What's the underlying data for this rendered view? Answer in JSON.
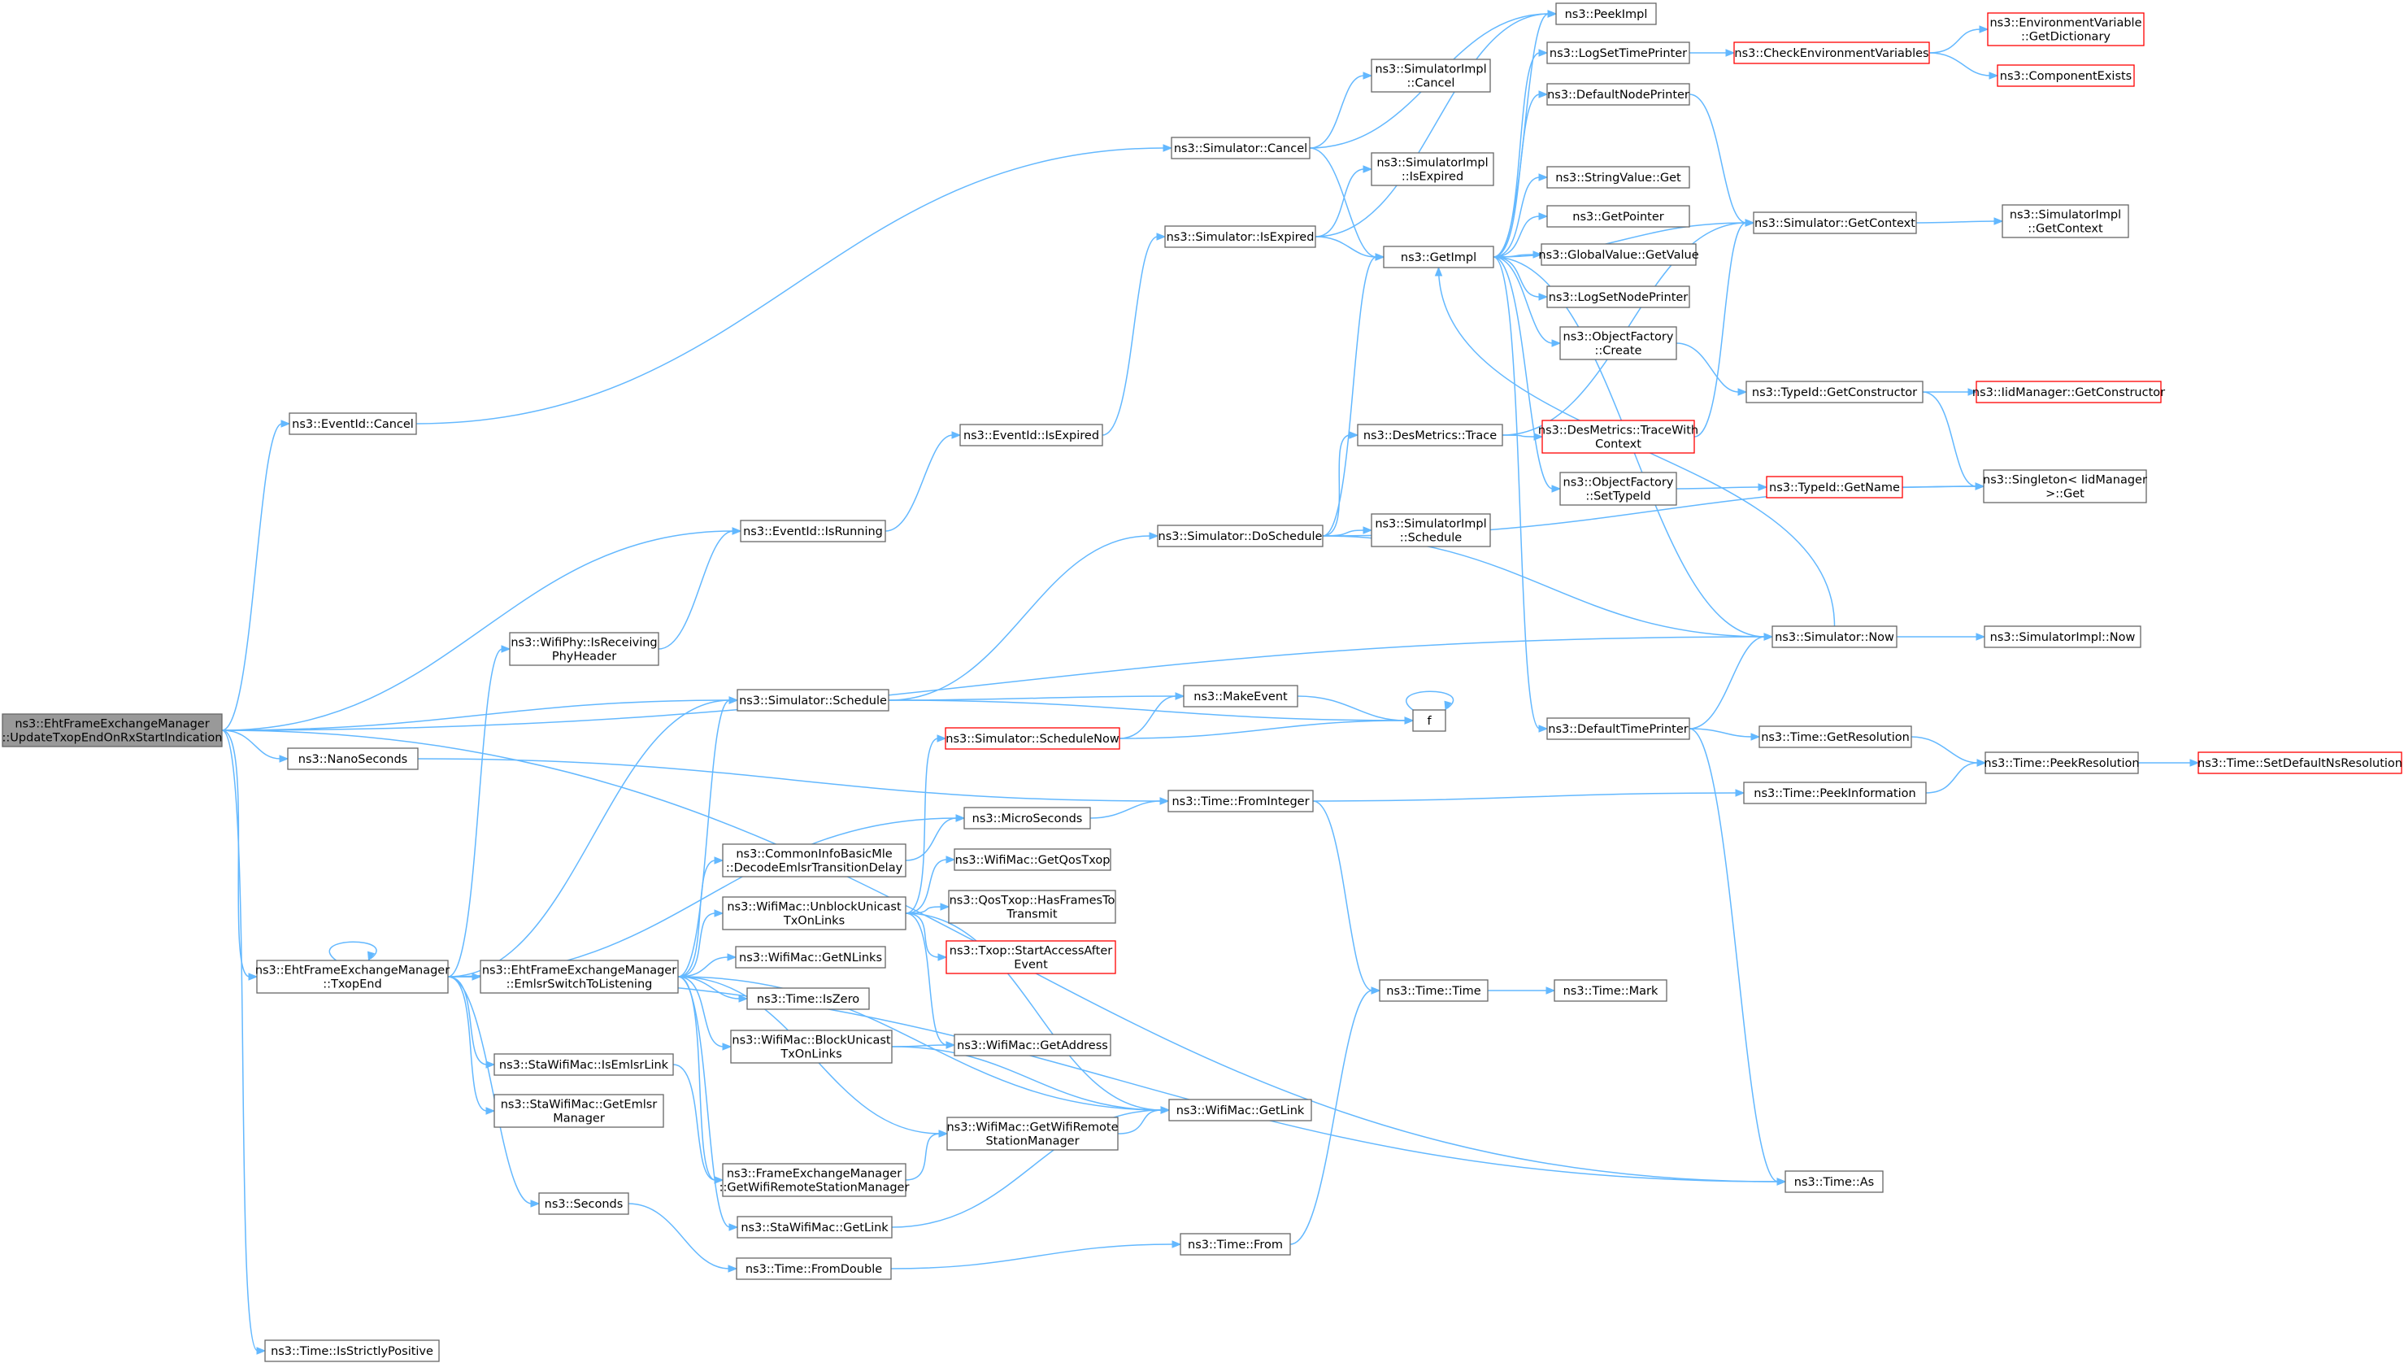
{
  "colors": {
    "edge": "#63b8ff",
    "node_border": "#666666",
    "node_fill": "#ffffff",
    "root_fill": "#999999",
    "root_border": "#666666",
    "red_border": "#ff0000",
    "text": "#000000"
  },
  "nodes": [
    {
      "id": "root",
      "lines": [
        "ns3::EhtFrameExchangeManager",
        "::UpdateTxopEndOnRxStartIndication"
      ],
      "style": "root"
    },
    {
      "id": "cancel",
      "lines": [
        "ns3::EventId::Cancel"
      ]
    },
    {
      "id": "isRunning",
      "lines": [
        "ns3::EventId::IsRunning"
      ]
    },
    {
      "id": "schedule",
      "lines": [
        "ns3::Simulator::Schedule"
      ]
    },
    {
      "id": "nanoSeconds",
      "lines": [
        "ns3::NanoSeconds"
      ]
    },
    {
      "id": "txopEnd",
      "lines": [
        "ns3::EhtFrameExchangeManager",
        "::TxopEnd"
      ]
    },
    {
      "id": "isStrictlyPositive",
      "lines": [
        "ns3::Time::IsStrictlyPositive"
      ]
    },
    {
      "id": "isReceivingPhy",
      "lines": [
        "ns3::WifiPhy::IsReceiving",
        "PhyHeader"
      ]
    },
    {
      "id": "emlsrSwitch",
      "lines": [
        "ns3::EhtFrameExchangeManager",
        "::EmlsrSwitchToListening"
      ]
    },
    {
      "id": "staIsEmlsrLink",
      "lines": [
        "ns3::StaWifiMac::IsEmlsrLink"
      ]
    },
    {
      "id": "staGetEmlsrMgr",
      "lines": [
        "ns3::StaWifiMac::GetEmlsr",
        "Manager"
      ]
    },
    {
      "id": "seconds",
      "lines": [
        "ns3::Seconds"
      ]
    },
    {
      "id": "eventIsExpired",
      "lines": [
        "ns3::EventId::IsExpired"
      ]
    },
    {
      "id": "simCancel",
      "lines": [
        "ns3::Simulator::Cancel"
      ]
    },
    {
      "id": "simIsExpired",
      "lines": [
        "ns3::Simulator::IsExpired"
      ]
    },
    {
      "id": "doSchedule",
      "lines": [
        "ns3::Simulator::DoSchedule"
      ]
    },
    {
      "id": "scheduleNow",
      "lines": [
        "ns3::Simulator::ScheduleNow"
      ],
      "style": "red"
    },
    {
      "id": "makeEvent",
      "lines": [
        "ns3::MakeEvent"
      ]
    },
    {
      "id": "microSeconds",
      "lines": [
        "ns3::MicroSeconds"
      ]
    },
    {
      "id": "decodeEmlsr",
      "lines": [
        "ns3::CommonInfoBasicMle",
        "::DecodeEmlsrTransitionDelay"
      ]
    },
    {
      "id": "unblockUnicast",
      "lines": [
        "ns3::WifiMac::UnblockUnicast",
        "TxOnLinks"
      ]
    },
    {
      "id": "getNLinks",
      "lines": [
        "ns3::WifiMac::GetNLinks"
      ]
    },
    {
      "id": "timeIsZero",
      "lines": [
        "ns3::Time::IsZero"
      ]
    },
    {
      "id": "blockUnicast",
      "lines": [
        "ns3::WifiMac::BlockUnicast",
        "TxOnLinks"
      ]
    },
    {
      "id": "femGetRsm",
      "lines": [
        "ns3::FrameExchangeManager",
        "::GetWifiRemoteStationManager"
      ]
    },
    {
      "id": "staGetLink",
      "lines": [
        "ns3::StaWifiMac::GetLink"
      ]
    },
    {
      "id": "fromDouble",
      "lines": [
        "ns3::Time::FromDouble"
      ]
    },
    {
      "id": "simImplCancel",
      "lines": [
        "ns3::SimulatorImpl",
        "::Cancel"
      ]
    },
    {
      "id": "simImplIsExpired",
      "lines": [
        "ns3::SimulatorImpl",
        "::IsExpired"
      ]
    },
    {
      "id": "getImpl",
      "lines": [
        "ns3::GetImpl"
      ]
    },
    {
      "id": "desTrace",
      "lines": [
        "ns3::DesMetrics::Trace"
      ]
    },
    {
      "id": "simImplSchedule",
      "lines": [
        "ns3::SimulatorImpl",
        "::Schedule"
      ]
    },
    {
      "id": "f",
      "lines": [
        "f"
      ]
    },
    {
      "id": "fromInteger",
      "lines": [
        "ns3::Time::FromInteger"
      ]
    },
    {
      "id": "getQosTxop",
      "lines": [
        "ns3::WifiMac::GetQosTxop"
      ]
    },
    {
      "id": "hasFrames",
      "lines": [
        "ns3::QosTxop::HasFramesTo",
        "Transmit"
      ]
    },
    {
      "id": "startAccess",
      "lines": [
        "ns3::Txop::StartAccessAfter",
        "Event"
      ],
      "style": "red"
    },
    {
      "id": "getAddress",
      "lines": [
        "ns3::WifiMac::GetAddress"
      ]
    },
    {
      "id": "macGetRsm",
      "lines": [
        "ns3::WifiMac::GetWifiRemote",
        "StationManager"
      ]
    },
    {
      "id": "macGetLink",
      "lines": [
        "ns3::WifiMac::GetLink"
      ]
    },
    {
      "id": "timeFrom",
      "lines": [
        "ns3::Time::From"
      ]
    },
    {
      "id": "timeTime",
      "lines": [
        "ns3::Time::Time"
      ]
    },
    {
      "id": "peekImpl",
      "lines": [
        "ns3::PeekImpl"
      ]
    },
    {
      "id": "logSetTimePrinter",
      "lines": [
        "ns3::LogSetTimePrinter"
      ]
    },
    {
      "id": "defaultNodePrinter",
      "lines": [
        "ns3::DefaultNodePrinter"
      ]
    },
    {
      "id": "stringValueGet",
      "lines": [
        "ns3::StringValue::Get"
      ]
    },
    {
      "id": "getPointer",
      "lines": [
        "ns3::GetPointer"
      ]
    },
    {
      "id": "globalValueGet",
      "lines": [
        "ns3::GlobalValue::GetValue"
      ]
    },
    {
      "id": "logSetNodePrinter",
      "lines": [
        "ns3::LogSetNodePrinter"
      ]
    },
    {
      "id": "objFactoryCreate",
      "lines": [
        "ns3::ObjectFactory",
        "::Create"
      ]
    },
    {
      "id": "traceWithContext",
      "lines": [
        "ns3::DesMetrics::TraceWith",
        "Context"
      ],
      "style": "red"
    },
    {
      "id": "objFactorySetTypeId",
      "lines": [
        "ns3::ObjectFactory",
        "::SetTypeId"
      ]
    },
    {
      "id": "simNow",
      "lines": [
        "ns3::Simulator::Now"
      ]
    },
    {
      "id": "defaultTimePrinter",
      "lines": [
        "ns3::DefaultTimePrinter"
      ]
    },
    {
      "id": "timeMark",
      "lines": [
        "ns3::Time::Mark"
      ]
    },
    {
      "id": "timeAs",
      "lines": [
        "ns3::Time::As"
      ]
    },
    {
      "id": "checkEnv",
      "lines": [
        "ns3::CheckEnvironmentVariables"
      ],
      "style": "red"
    },
    {
      "id": "simGetContext",
      "lines": [
        "ns3::Simulator::GetContext"
      ]
    },
    {
      "id": "typeIdGetCtor",
      "lines": [
        "ns3::TypeId::GetConstructor"
      ]
    },
    {
      "id": "typeIdGetName",
      "lines": [
        "ns3::TypeId::GetName"
      ],
      "style": "red"
    },
    {
      "id": "getResolution",
      "lines": [
        "ns3::Time::GetResolution"
      ]
    },
    {
      "id": "peekInformation",
      "lines": [
        "ns3::Time::PeekInformation"
      ]
    },
    {
      "id": "envGetDict",
      "lines": [
        "ns3::EnvironmentVariable",
        "::GetDictionary"
      ],
      "style": "red"
    },
    {
      "id": "componentExists",
      "lines": [
        "ns3::ComponentExists"
      ],
      "style": "red"
    },
    {
      "id": "simImplGetContext",
      "lines": [
        "ns3::SimulatorImpl",
        "::GetContext"
      ]
    },
    {
      "id": "iidGetCtor",
      "lines": [
        "ns3::IidManager::GetConstructor"
      ],
      "style": "red"
    },
    {
      "id": "singletonGet",
      "lines": [
        "ns3::Singleton< IidManager",
        ">::Get"
      ]
    },
    {
      "id": "simImplNow",
      "lines": [
        "ns3::SimulatorImpl::Now"
      ]
    },
    {
      "id": "peekResolution",
      "lines": [
        "ns3::Time::PeekResolution"
      ]
    },
    {
      "id": "setDefaultNs",
      "lines": [
        "ns3::Time::SetDefaultNsResolution"
      ],
      "style": "red"
    }
  ],
  "edges": [
    [
      "root",
      "cancel"
    ],
    [
      "root",
      "isRunning"
    ],
    [
      "root",
      "schedule"
    ],
    [
      "root",
      "nanoSeconds"
    ],
    [
      "root",
      "txopEnd"
    ],
    [
      "root",
      "isStrictlyPositive"
    ],
    [
      "root",
      "simNow"
    ],
    [
      "root",
      "timeAs"
    ],
    [
      "cancel",
      "simCancel"
    ],
    [
      "isRunning",
      "eventIsExpired"
    ],
    [
      "eventIsExpired",
      "simIsExpired"
    ],
    [
      "simCancel",
      "simImplCancel"
    ],
    [
      "simCancel",
      "getImpl"
    ],
    [
      "simCancel",
      "peekImpl"
    ],
    [
      "simIsExpired",
      "simImplIsExpired"
    ],
    [
      "simIsExpired",
      "getImpl"
    ],
    [
      "simIsExpired",
      "peekImpl"
    ],
    [
      "schedule",
      "doSchedule"
    ],
    [
      "schedule",
      "makeEvent"
    ],
    [
      "schedule",
      "f"
    ],
    [
      "doSchedule",
      "getImpl"
    ],
    [
      "doSchedule",
      "desTrace"
    ],
    [
      "doSchedule",
      "simImplSchedule"
    ],
    [
      "doSchedule",
      "simNow"
    ],
    [
      "doSchedule",
      "singletonGet"
    ],
    [
      "desTrace",
      "traceWithContext"
    ],
    [
      "desTrace",
      "simGetContext"
    ],
    [
      "traceWithContext",
      "simGetContext"
    ],
    [
      "nanoSeconds",
      "fromInteger"
    ],
    [
      "fromInteger",
      "peekInformation"
    ],
    [
      "fromInteger",
      "timeTime"
    ],
    [
      "txopEnd",
      "txopEnd"
    ],
    [
      "txopEnd",
      "isReceivingPhy"
    ],
    [
      "txopEnd",
      "schedule"
    ],
    [
      "txopEnd",
      "emlsrSwitch"
    ],
    [
      "txopEnd",
      "staIsEmlsrLink"
    ],
    [
      "txopEnd",
      "staGetEmlsrMgr"
    ],
    [
      "txopEnd",
      "seconds"
    ],
    [
      "txopEnd",
      "microSeconds"
    ],
    [
      "txopEnd",
      "timeAs"
    ],
    [
      "isReceivingPhy",
      "isRunning"
    ],
    [
      "emlsrSwitch",
      "schedule"
    ],
    [
      "emlsrSwitch",
      "decodeEmlsr"
    ],
    [
      "emlsrSwitch",
      "unblockUnicast"
    ],
    [
      "emlsrSwitch",
      "getNLinks"
    ],
    [
      "emlsrSwitch",
      "timeIsZero"
    ],
    [
      "emlsrSwitch",
      "blockUnicast"
    ],
    [
      "emlsrSwitch",
      "femGetRsm"
    ],
    [
      "emlsrSwitch",
      "staGetLink"
    ],
    [
      "emlsrSwitch",
      "macGetRsm"
    ],
    [
      "emlsrSwitch",
      "macGetLink"
    ],
    [
      "staIsEmlsrLink",
      "femGetRsm"
    ],
    [
      "seconds",
      "fromDouble"
    ],
    [
      "fromDouble",
      "timeFrom"
    ],
    [
      "timeFrom",
      "timeTime"
    ],
    [
      "timeTime",
      "timeMark"
    ],
    [
      "decodeEmlsr",
      "microSeconds"
    ],
    [
      "microSeconds",
      "fromInteger"
    ],
    [
      "unblockUnicast",
      "scheduleNow"
    ],
    [
      "unblockUnicast",
      "getQosTxop"
    ],
    [
      "unblockUnicast",
      "hasFrames"
    ],
    [
      "unblockUnicast",
      "startAccess"
    ],
    [
      "unblockUnicast",
      "getAddress"
    ],
    [
      "unblockUnicast",
      "macGetLink"
    ],
    [
      "blockUnicast",
      "getAddress"
    ],
    [
      "blockUnicast",
      "macGetLink"
    ],
    [
      "femGetRsm",
      "macGetRsm"
    ],
    [
      "macGetRsm",
      "macGetLink"
    ],
    [
      "staGetLink",
      "macGetLink"
    ],
    [
      "scheduleNow",
      "makeEvent"
    ],
    [
      "scheduleNow",
      "f"
    ],
    [
      "makeEvent",
      "f"
    ],
    [
      "f",
      "f"
    ],
    [
      "getImpl",
      "peekImpl"
    ],
    [
      "getImpl",
      "logSetTimePrinter"
    ],
    [
      "getImpl",
      "defaultNodePrinter"
    ],
    [
      "getImpl",
      "stringValueGet"
    ],
    [
      "getImpl",
      "getPointer"
    ],
    [
      "getImpl",
      "globalValueGet"
    ],
    [
      "getImpl",
      "logSetNodePrinter"
    ],
    [
      "getImpl",
      "objFactoryCreate"
    ],
    [
      "getImpl",
      "objFactorySetTypeId"
    ],
    [
      "getImpl",
      "simGetContext"
    ],
    [
      "getImpl",
      "defaultTimePrinter"
    ],
    [
      "getImpl",
      "simNow"
    ],
    [
      "logSetTimePrinter",
      "checkEnv"
    ],
    [
      "checkEnv",
      "envGetDict"
    ],
    [
      "checkEnv",
      "componentExists"
    ],
    [
      "defaultNodePrinter",
      "simGetContext"
    ],
    [
      "simGetContext",
      "simImplGetContext"
    ],
    [
      "objFactoryCreate",
      "typeIdGetCtor"
    ],
    [
      "typeIdGetCtor",
      "iidGetCtor"
    ],
    [
      "typeIdGetCtor",
      "singletonGet"
    ],
    [
      "objFactorySetTypeId",
      "typeIdGetName"
    ],
    [
      "typeIdGetName",
      "singletonGet"
    ],
    [
      "defaultTimePrinter",
      "simNow"
    ],
    [
      "defaultTimePrinter",
      "getResolution"
    ],
    [
      "defaultTimePrinter",
      "timeAs"
    ],
    [
      "simNow",
      "getImpl"
    ],
    [
      "simNow",
      "simImplNow"
    ],
    [
      "getResolution",
      "peekResolution"
    ],
    [
      "peekInformation",
      "peekResolution"
    ],
    [
      "peekResolution",
      "setDefaultNs"
    ]
  ]
}
